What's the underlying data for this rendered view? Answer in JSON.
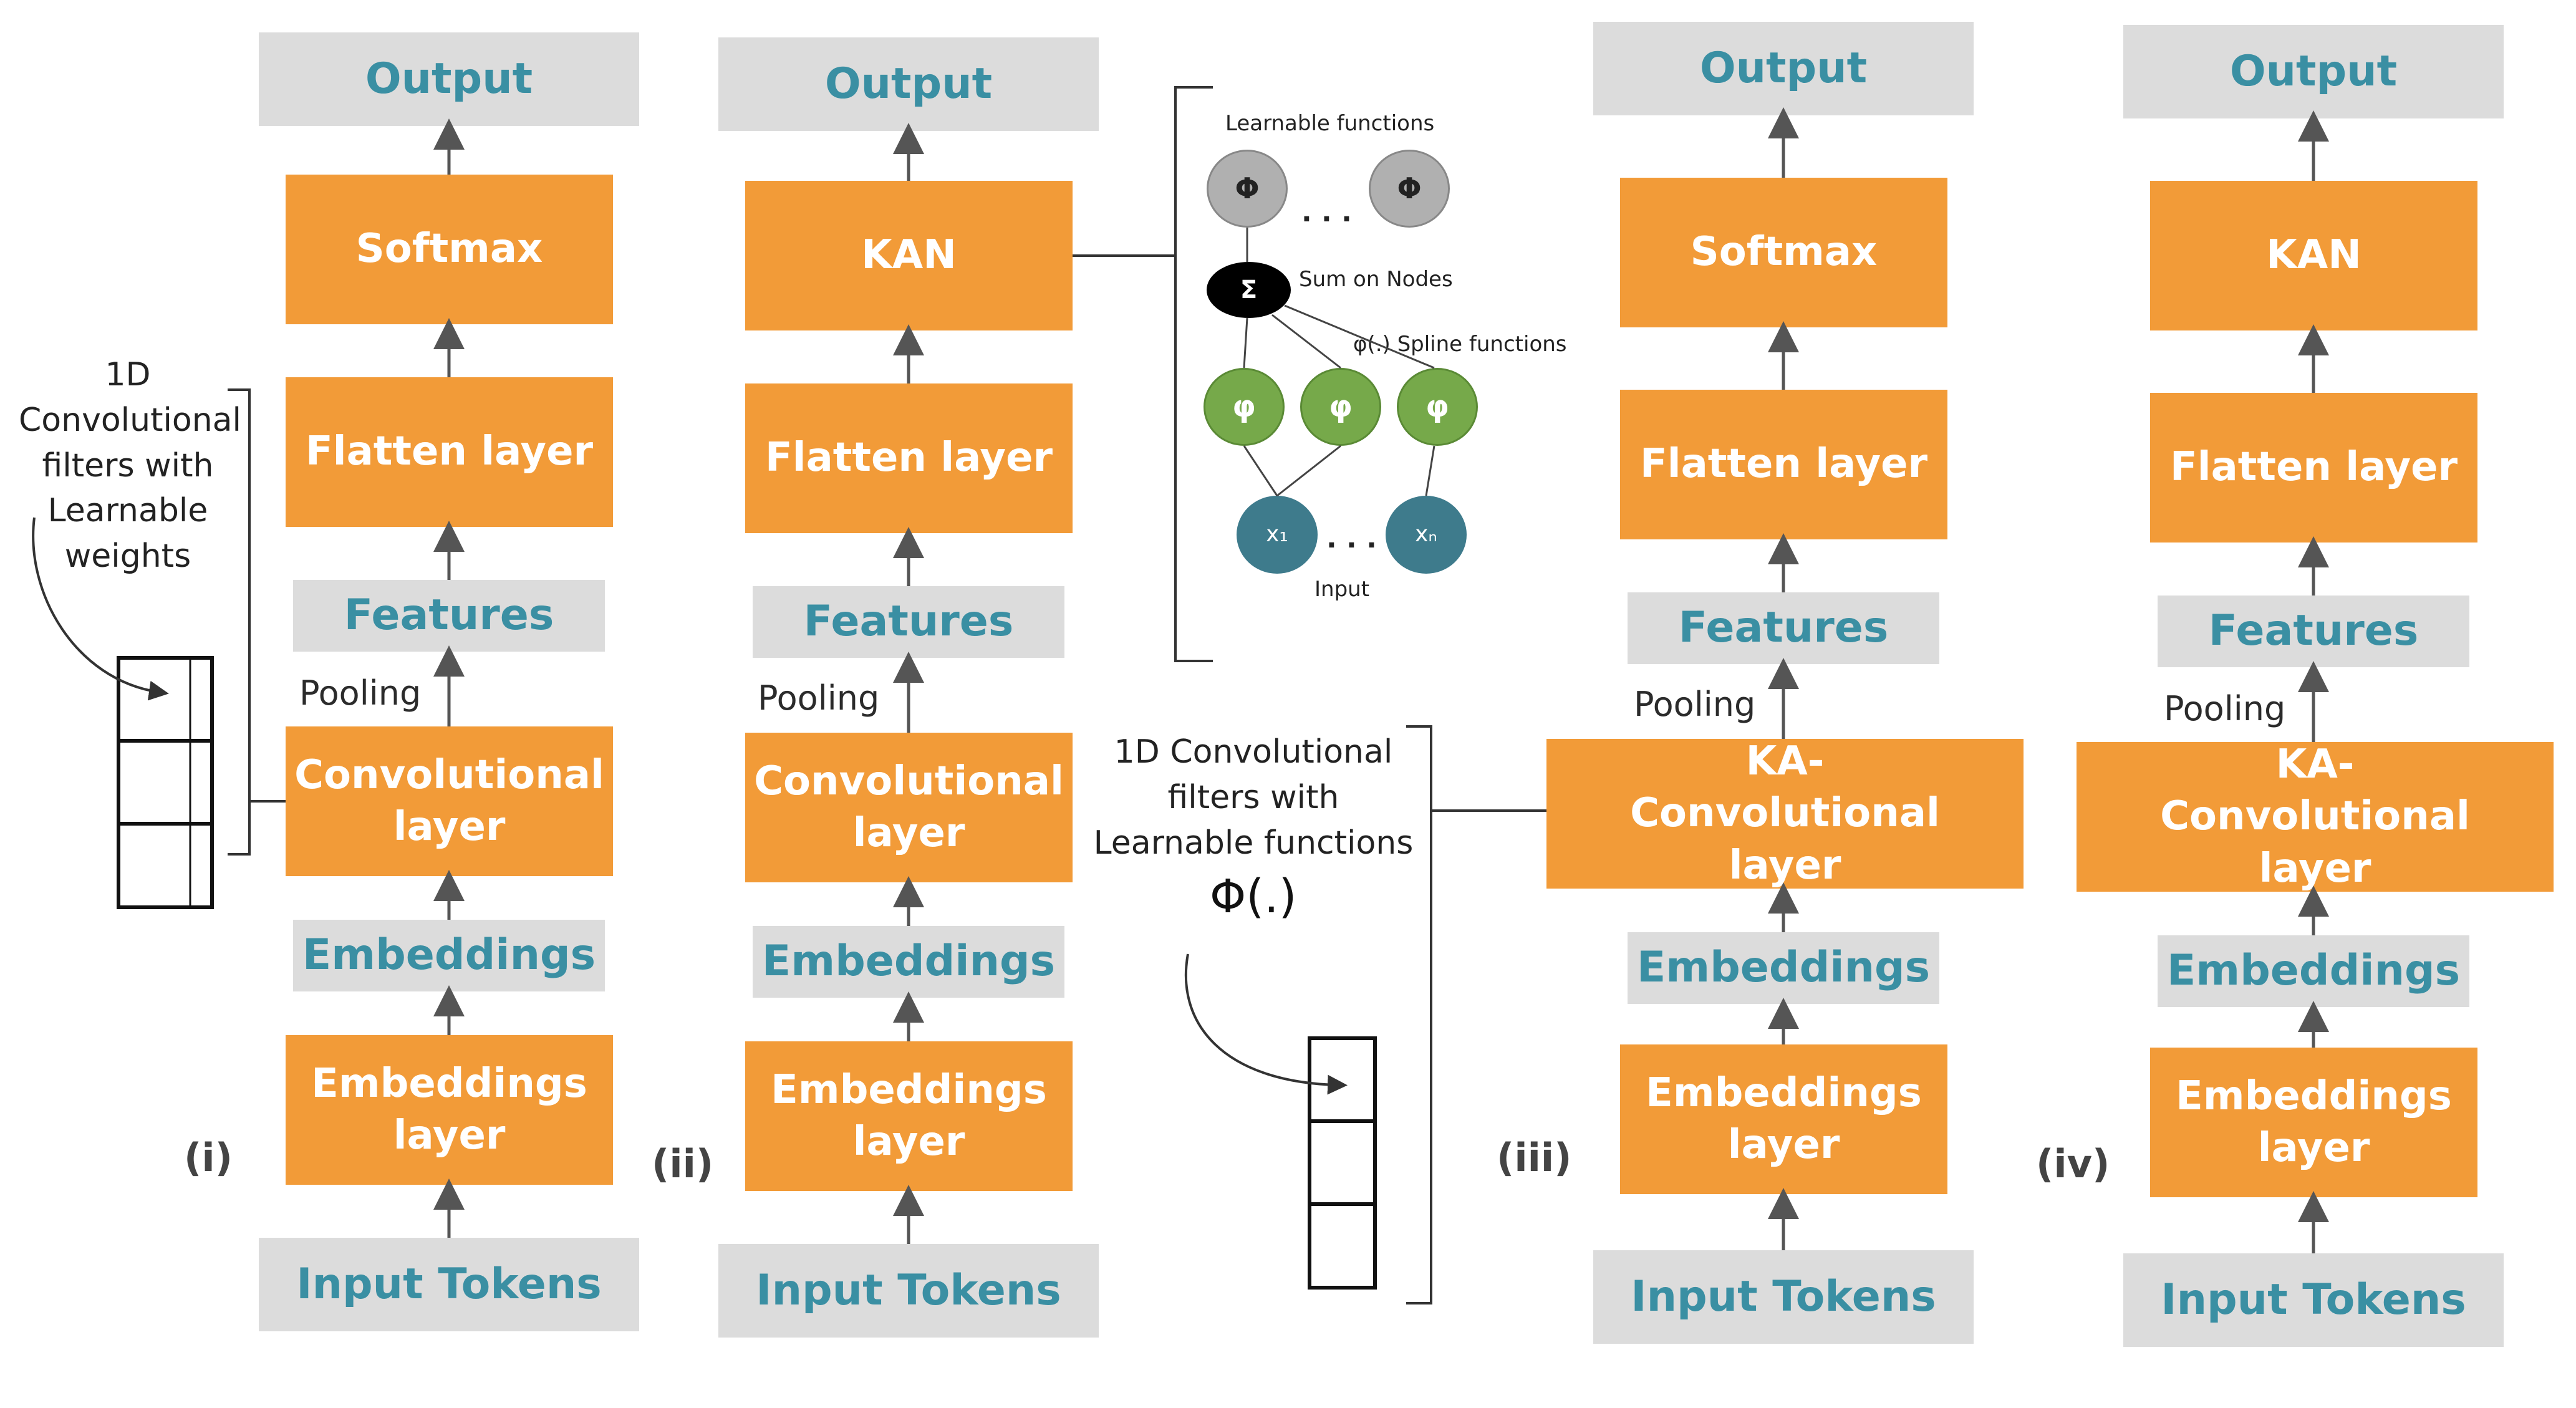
{
  "columns": [
    {
      "id": "i",
      "roman": "(i)",
      "output": "Output",
      "head": "Softmax",
      "flatten": "Flatten layer",
      "features": "Features",
      "pooling": "Pooling",
      "conv": "Convolutional layer",
      "embeddings": "Embeddings",
      "emb_layer": "Embeddings layer",
      "input": "Input Tokens"
    },
    {
      "id": "ii",
      "roman": "(ii)",
      "output": "Output",
      "head": "KAN",
      "flatten": "Flatten layer",
      "features": "Features",
      "pooling": "Pooling",
      "conv": "Convolutional layer",
      "embeddings": "Embeddings",
      "emb_layer": "Embeddings layer",
      "input": "Input Tokens"
    },
    {
      "id": "iii",
      "roman": "(iii)",
      "output": "Output",
      "head": "Softmax",
      "flatten": "Flatten layer",
      "features": "Features",
      "pooling": "Pooling",
      "conv": "KA-Convolutional layer",
      "embeddings": "Embeddings",
      "emb_layer": "Embeddings layer",
      "input": "Input Tokens"
    },
    {
      "id": "iv",
      "roman": "(iv)",
      "output": "Output",
      "head": "KAN",
      "flatten": "Flatten layer",
      "features": "Features",
      "pooling": "Pooling",
      "conv": "KA-Convolutional layer",
      "embeddings": "Embeddings",
      "emb_layer": "Embeddings layer",
      "input": "Input Tokens"
    }
  ],
  "filter_note_left": "1D Convolutional filters with Learnable weights",
  "filter_note_right": "1D Convolutional filters with Learnable functions",
  "phi_label": "Φ(.)",
  "kan_detail": {
    "learnable_functions": "Learnable functions",
    "phi_symbol": "Φ",
    "dots": ". . .",
    "sum_symbol": "Σ",
    "sum_label": "Sum on Nodes",
    "spline_label": "φ(.) Spline functions",
    "spline_symbol": "φ",
    "x1": "x₁",
    "xn": "xₙ",
    "input_label": "Input"
  },
  "colors": {
    "box_orange": "#f29b38",
    "box_gray": "#dcdcdc",
    "gray_text": "#3a8fa3",
    "node_gray": "#b0b0b0",
    "node_green": "#76a94a",
    "node_teal": "#3e7b8c",
    "node_black": "#000000"
  }
}
